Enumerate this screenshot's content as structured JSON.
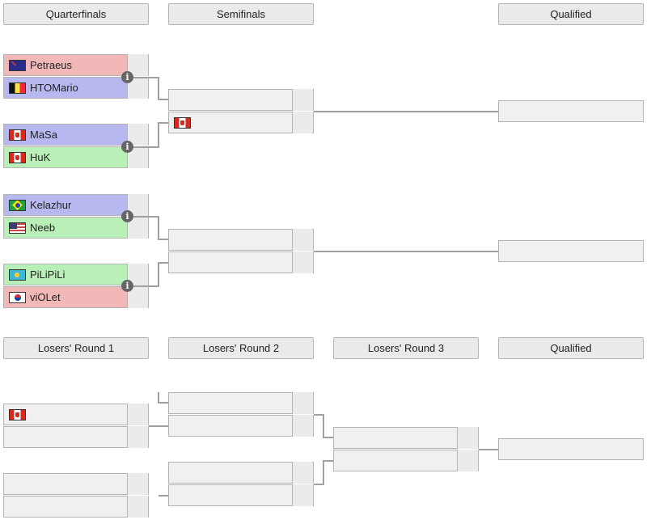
{
  "upper_headers": {
    "quarterfinals": "Quarterfinals",
    "semifinals": "Semifinals",
    "qualified": "Qualified"
  },
  "lower_headers": {
    "round1": "Losers' Round 1",
    "round2": "Losers' Round 2",
    "round3": "Losers' Round 3",
    "qualified": "Qualified"
  },
  "quarterfinals": [
    {
      "p1": {
        "name": "Petraeus",
        "flag": "au-icon",
        "color": "#f2b8b8"
      },
      "p2": {
        "name": "HTOMario",
        "flag": "be-icon",
        "color": "#b7b8f0"
      }
    },
    {
      "p1": {
        "name": "MaSa",
        "flag": "ca-icon",
        "color": "#b7b8f0"
      },
      "p2": {
        "name": "HuK",
        "flag": "ca-icon",
        "color": "#b8f0b8"
      }
    },
    {
      "p1": {
        "name": "Kelazhur",
        "flag": "br-icon",
        "color": "#b7b8f0"
      },
      "p2": {
        "name": "Neeb",
        "flag": "us-icon",
        "color": "#b8f0b8"
      }
    },
    {
      "p1": {
        "name": "PiLiPiLi",
        "flag": "kz-icon",
        "color": "#b8f0b8"
      },
      "p2": {
        "name": "viOLet",
        "flag": "kr-icon",
        "color": "#f2b8b8"
      }
    }
  ],
  "info_icon": "i",
  "semifinals": [
    {
      "p1": {
        "name": ""
      },
      "p2": {
        "name": "",
        "flag": "ca-icon"
      }
    },
    {
      "p1": {
        "name": ""
      },
      "p2": {
        "name": ""
      }
    }
  ],
  "losers_round1": [
    {
      "p1": {
        "name": "",
        "flag": "ca-icon"
      },
      "p2": {
        "name": ""
      }
    },
    {
      "p1": {
        "name": ""
      },
      "p2": {
        "name": ""
      }
    }
  ],
  "losers_round2": [
    {
      "p1": {
        "name": ""
      },
      "p2": {
        "name": ""
      }
    },
    {
      "p1": {
        "name": ""
      },
      "p2": {
        "name": ""
      }
    }
  ],
  "losers_round3": [
    {
      "p1": {
        "name": ""
      },
      "p2": {
        "name": ""
      }
    }
  ],
  "qualified_slots": [
    "",
    "",
    ""
  ]
}
